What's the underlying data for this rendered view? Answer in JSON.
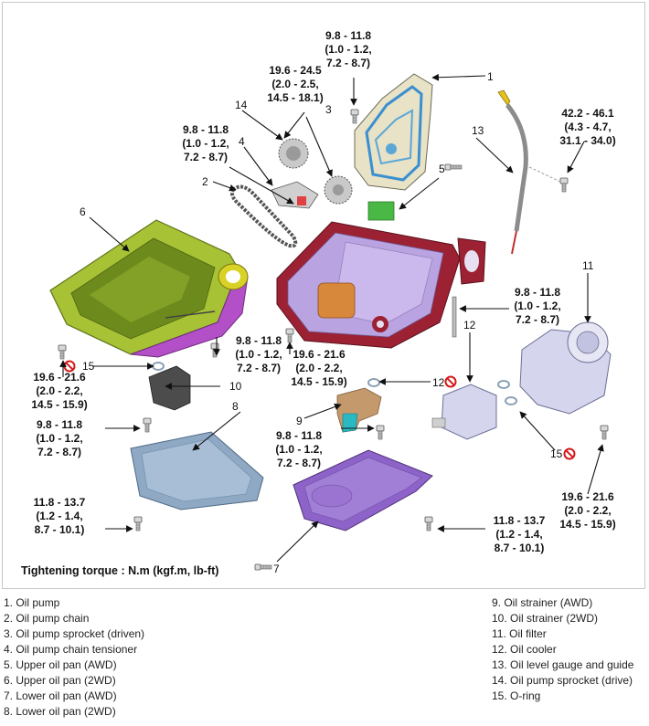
{
  "torques": {
    "t1": [
      "9.8 - 11.8",
      "(1.0 - 1.2,",
      "7.2 - 8.7)"
    ],
    "t2": [
      "19.6 - 24.5",
      "(2.0 - 2.5,",
      "14.5 - 18.1)"
    ],
    "t3": [
      "9.8 - 11.8",
      "(1.0 - 1.2,",
      "7.2 - 8.7)"
    ],
    "t4": [
      "42.2 - 46.1",
      "(4.3 - 4.7,",
      "31.1 - 34.0)"
    ],
    "t5": [
      "9.8 - 11.8",
      "(1.0 - 1.2,",
      "7.2 - 8.7)"
    ],
    "t6": [
      "9.8 - 11.8",
      "(1.0 - 1.2,",
      "7.2 - 8.7)"
    ],
    "t7": [
      "19.6 - 21.6",
      "(2.0 - 2.2,",
      "14.5 - 15.9)"
    ],
    "t8": [
      "19.6 - 21.6",
      "(2.0 - 2.2,",
      "14.5 - 15.9)"
    ],
    "t9": [
      "9.8 - 11.8",
      "(1.0 - 1.2,",
      "7.2 - 8.7)"
    ],
    "t10": [
      "9.8 - 11.8",
      "(1.0 - 1.2,",
      "7.2 - 8.7)"
    ],
    "t11": [
      "19.6 - 21.6",
      "(2.0 - 2.2,",
      "14.5 - 15.9)"
    ],
    "t12": [
      "11.8 - 13.7",
      "(1.2 - 1.4,",
      "8.7 - 10.1)"
    ],
    "t13": [
      "11.8 - 13.7",
      "(1.2 - 1.4,",
      "8.7 - 10.1)"
    ]
  },
  "callouts": {
    "c1": "1",
    "c2": "2",
    "c3": "3",
    "c4": "4",
    "c5": "5",
    "c6": "6",
    "c7": "7",
    "c8": "8",
    "c9": "9",
    "c10": "10",
    "c11": "11",
    "c12": "12",
    "c13": "13",
    "c14": "14",
    "c15a": "15",
    "c15b": "15"
  },
  "note": "Tightening torque : N.m (kgf.m, lb-ft)",
  "legend": {
    "left": [
      "1. Oil pump",
      "2. Oil pump chain",
      "3. Oil pump sprocket (driven)",
      "4. Oil pump chain tensioner",
      "5. Upper oil pan (AWD)",
      "6. Upper oil pan (2WD)",
      "7. Lower oil pan (AWD)",
      "8. Lower oil pan (2WD)"
    ],
    "right": [
      "9. Oil strainer (AWD)",
      "10. Oil strainer (2WD)",
      "11. Oil filter",
      "12. Oil cooler",
      "13. Oil level gauge and guide",
      "14. Oil pump sprocket (drive)",
      "15. O-ring"
    ]
  },
  "colors": {
    "upper_pan_awd": "#b9a3e0",
    "upper_pan_2wd": "#a7c235",
    "upper_pan_2wd_side": "#b34fc7",
    "lower_pan_awd": "#8e63c9",
    "lower_pan_2wd": "#8fa9c4",
    "gasket": "#9c2233",
    "oil_pump": "#5aa7d6",
    "strainer_awd": "#c49a6c",
    "arrow": "#111111",
    "no_reuse": "#d41b1b"
  },
  "icons": [
    "bolt-icon",
    "no-reuse-icon",
    "arrow-icon"
  ]
}
